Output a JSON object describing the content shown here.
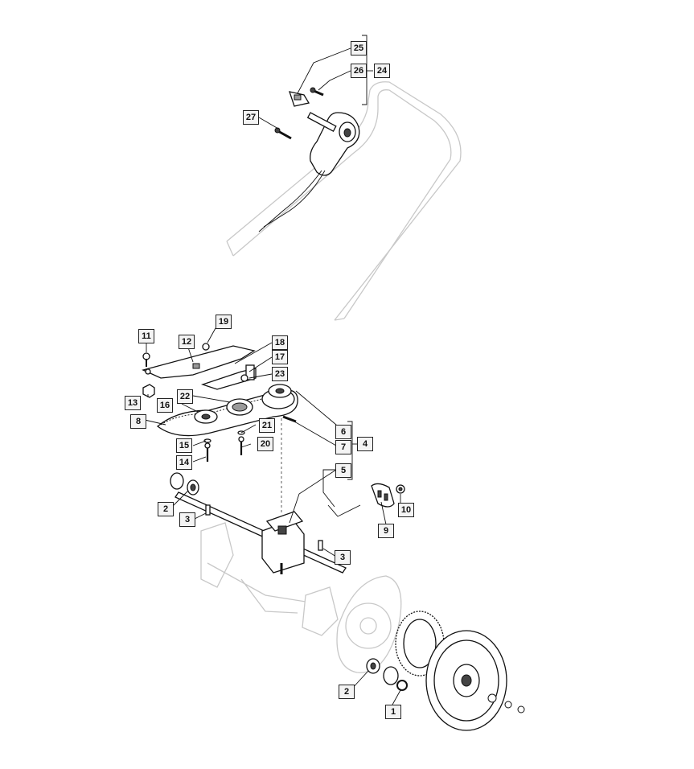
{
  "callouts": [
    {
      "id": "25"
    },
    {
      "id": "26"
    },
    {
      "id": "24"
    },
    {
      "id": "27"
    },
    {
      "id": "19"
    },
    {
      "id": "11"
    },
    {
      "id": "12"
    },
    {
      "id": "18"
    },
    {
      "id": "17"
    },
    {
      "id": "23"
    },
    {
      "id": "22"
    },
    {
      "id": "13"
    },
    {
      "id": "16"
    },
    {
      "id": "8"
    },
    {
      "id": "21"
    },
    {
      "id": "6"
    },
    {
      "id": "15"
    },
    {
      "id": "20"
    },
    {
      "id": "7"
    },
    {
      "id": "4"
    },
    {
      "id": "14"
    },
    {
      "id": "5"
    },
    {
      "id": "2"
    },
    {
      "id": "10"
    },
    {
      "id": "3"
    },
    {
      "id": "9"
    },
    {
      "id": "3"
    },
    {
      "id": "2"
    },
    {
      "id": "1"
    }
  ]
}
